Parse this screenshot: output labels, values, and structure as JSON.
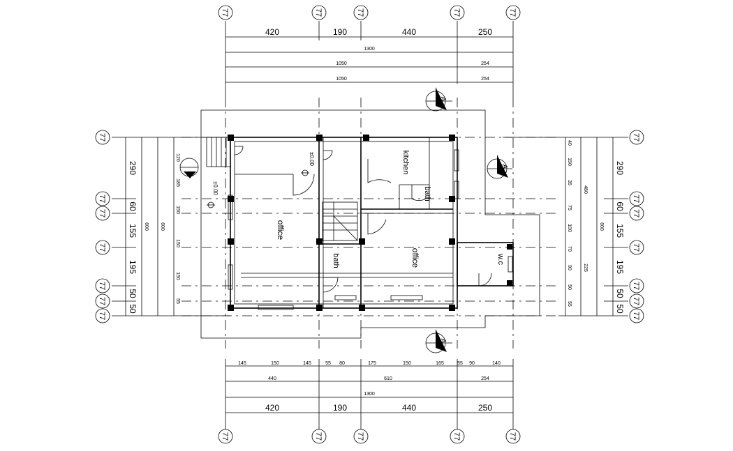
{
  "axis_tag": "77",
  "dims": {
    "top_bays": [
      "420",
      "190",
      "440",
      "250"
    ],
    "bottom_bays": [
      "420",
      "190",
      "440",
      "250"
    ],
    "total": "1300",
    "sub_1050": "1050",
    "sub_254": "254",
    "bottom_detail": [
      "145",
      "150",
      "145",
      "55",
      "80",
      "175",
      "150",
      "165",
      "55",
      "90",
      "140"
    ],
    "bottom_mid": [
      "440",
      "610",
      "254"
    ],
    "left_bays": [
      "290",
      "60",
      "155",
      "195",
      "50",
      "50"
    ],
    "right_bays": [
      "290",
      "60",
      "155",
      "195",
      "50",
      "50"
    ],
    "height_total": "600",
    "left_small": [
      "120",
      "185",
      "150",
      "150",
      "150",
      "55"
    ],
    "right_small": [
      "40",
      "150",
      "35",
      "75",
      "100",
      "70",
      "90",
      "50",
      "55"
    ],
    "right_mid": [
      "480",
      "225"
    ]
  },
  "rooms": {
    "office_1": "office",
    "office_2": "office",
    "kitchen": "kitchen",
    "bath_1": "bath",
    "bath_2": "bath",
    "wc": "w.c"
  },
  "section_marks": {
    "letter": "A",
    "elevation": "±0.00"
  }
}
